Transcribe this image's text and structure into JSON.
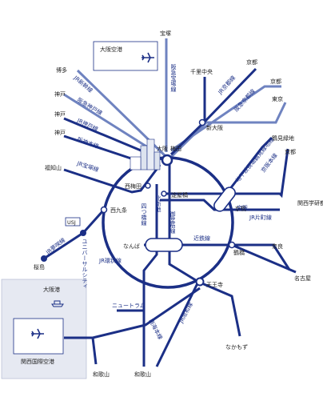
{
  "airports": {
    "osaka": "大阪空港",
    "kansai": "関西国際空港"
  },
  "ports": {
    "osaka": "大阪港"
  },
  "stations": {
    "takarazuka": "宝塚",
    "senri_chuo": "千里中央",
    "kyoto_top": "京都",
    "kyoto_right": "京都",
    "kyoto_keihan": "京都",
    "hakata": "博多",
    "kobe_1": "神戸",
    "kobe_2": "神戸",
    "kobe_3": "神戸",
    "tokyo": "東京",
    "shin_osaka": "新大阪",
    "tsurumi_ryokuchi": "鶴見緑地",
    "osaka": "大阪",
    "umeda": "梅田",
    "fukuchiyama": "福知山",
    "nishi_umeda": "西梅田",
    "yodoyabashi": "淀屋橋",
    "kyobashi": "京橋",
    "kansai_gakken": "関西学研都市",
    "nishikujo": "西九条",
    "usj": "USJ",
    "sakurajima": "桜島",
    "namba": "なんば",
    "tsuruhashi": "鶴橋",
    "nara": "奈良",
    "nagoya": "名古屋",
    "tennoji": "天王寺",
    "nakamozu": "なかもず",
    "wakayama_1": "和歌山",
    "wakayama_2": "和歌山"
  },
  "lines": {
    "hankyu_takarazuka": "阪急宝塚線",
    "jr_kyoto": "JR京都線",
    "hankyu_kyoto": "阪急京都線",
    "jr_shinkansen": "JR新幹線",
    "hankyu_kobe": "阪急神戸線",
    "jr_kobe": "JR神戸線",
    "hanshin": "阪神本線",
    "nagahori_tsurumi": "地下鉄長堀鶴見緑地線",
    "keihan": "京阪本線",
    "jr_fukuchiyama": "JR宝塚線",
    "kita_shinchi": "北新地",
    "midosuji": "御堂筋線",
    "yotsubashi": "四つ橋線",
    "keihan_short": "京阪",
    "jr_katamachi": "JR片町線",
    "jr_yumesaki": "JR夢咲線",
    "universal_city": "ユニバーサルシティ",
    "jr_kanjo": "JR環状線",
    "kintetsu": "近鉄線",
    "new_tram": "ニュートラム",
    "nankai": "南海本線",
    "jr_hanwa": "JR阪和線"
  },
  "colors": {
    "line_dark": "#1b2f86",
    "line_light": "#6f83c0",
    "inset_bg": "#e6e9f2"
  }
}
